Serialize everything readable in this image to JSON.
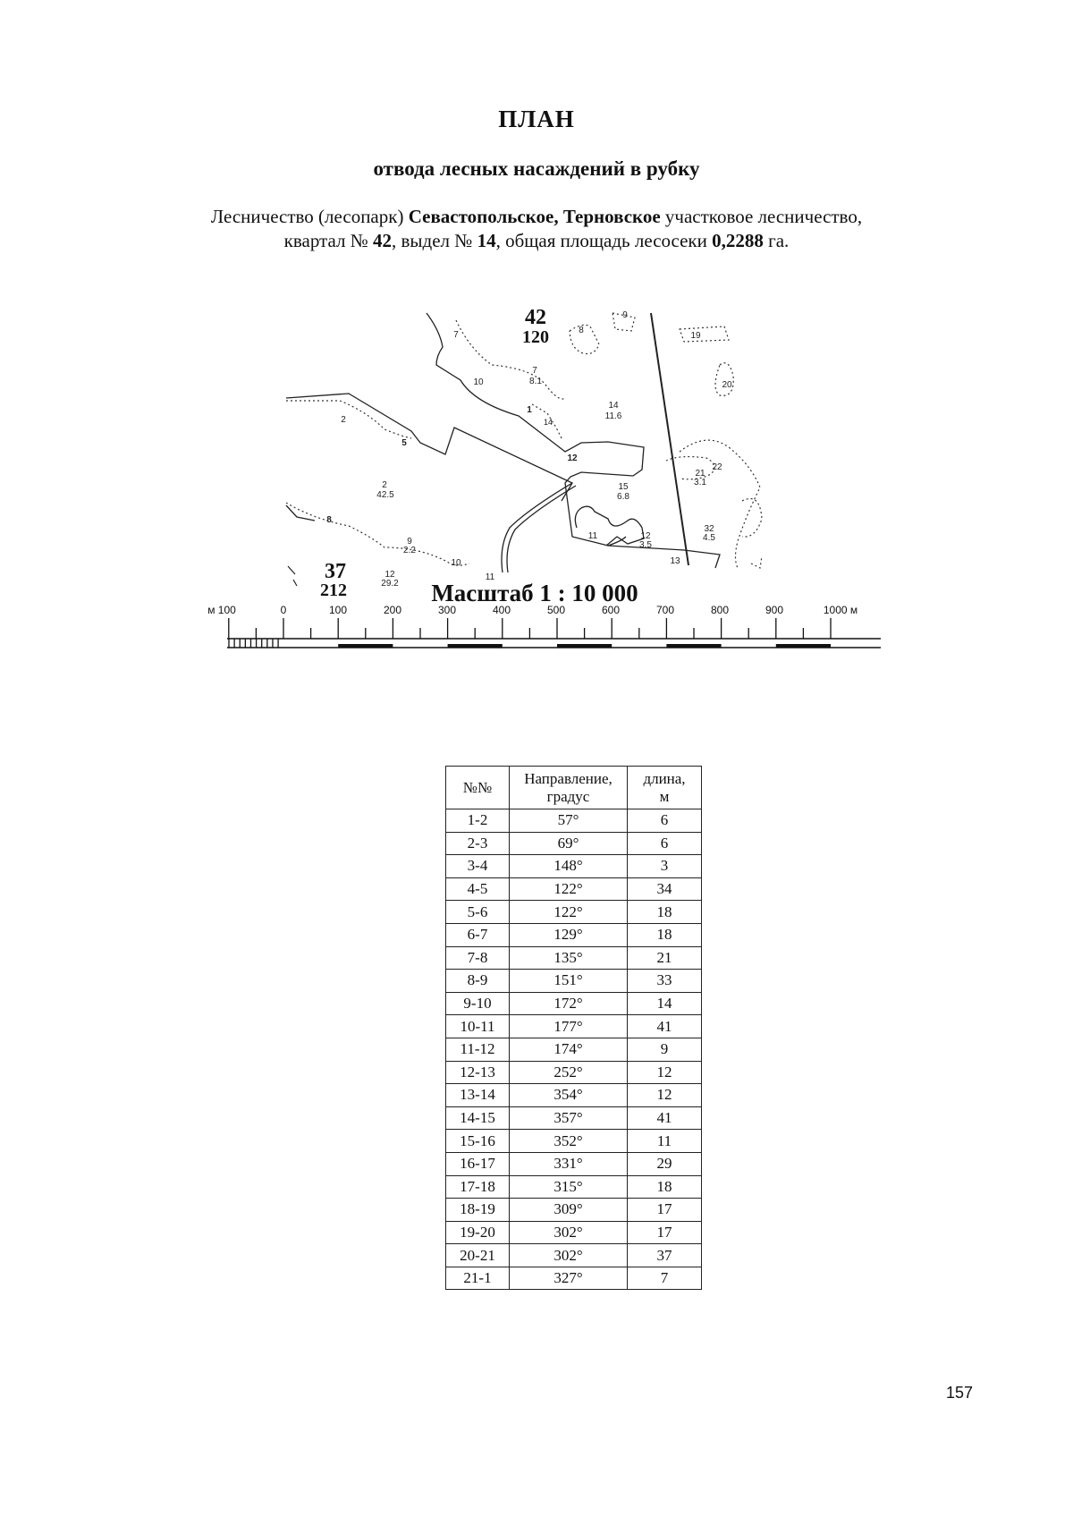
{
  "header": {
    "title": "ПЛАН",
    "subtitle": "отвода лесных насаждений в рубку"
  },
  "info": {
    "line1_pre": "Лесничество (лесопарк) ",
    "forestry_name": "Севастопольское, Терновское",
    "line1_post": " участковое лесничество,",
    "quarter_label": "квартал № ",
    "quarter": "42",
    "division_label": ", выдел № ",
    "division": "14",
    "area_label": ", общая площадь лесосеки ",
    "area": "0,2288",
    "area_unit": " га."
  },
  "map": {
    "quarter_top": {
      "number": "42",
      "area": "120"
    },
    "quarter_left": {
      "number": "37",
      "area": "212"
    },
    "scale_text": "Масштаб  1 : 10 000",
    "plot_labels": [
      {
        "id": "7",
        "text": "7"
      },
      {
        "id": "8",
        "text": "8"
      },
      {
        "id": "9",
        "text": "9"
      },
      {
        "id": "19",
        "text": "19"
      },
      {
        "id": "20",
        "text": "20"
      },
      {
        "id": "10",
        "text": "10"
      },
      {
        "id": "7-frac-a",
        "text": "7"
      },
      {
        "id": "7-frac-b",
        "text": "8.1"
      },
      {
        "id": "14-frac-a",
        "text": "14"
      },
      {
        "id": "14-frac-b",
        "text": "11.6"
      },
      {
        "id": "2",
        "text": "2"
      },
      {
        "id": "5",
        "text": "5"
      },
      {
        "id": "1",
        "text": "1"
      },
      {
        "id": "14-small",
        "text": "14"
      },
      {
        "id": "12-bold",
        "text": "12"
      },
      {
        "id": "21-frac-a",
        "text": "21"
      },
      {
        "id": "21-frac-b",
        "text": "3.1"
      },
      {
        "id": "22",
        "text": "22"
      },
      {
        "id": "2-frac-a",
        "text": "2"
      },
      {
        "id": "2-frac-b",
        "text": "42.5"
      },
      {
        "id": "15-frac-a",
        "text": "15"
      },
      {
        "id": "15-frac-b",
        "text": "6.8"
      },
      {
        "id": "8-left",
        "text": "8"
      },
      {
        "id": "9-frac-a",
        "text": "9"
      },
      {
        "id": "9-frac-b",
        "text": "2.2"
      },
      {
        "id": "11",
        "text": "11"
      },
      {
        "id": "12-frac-a",
        "text": "12"
      },
      {
        "id": "12-frac-b",
        "text": "3.5"
      },
      {
        "id": "32-frac-a",
        "text": "32"
      },
      {
        "id": "32-frac-b",
        "text": "4.5"
      },
      {
        "id": "10-bottom",
        "text": "10"
      },
      {
        "id": "13",
        "text": "13"
      },
      {
        "id": "12-left-a",
        "text": "12"
      },
      {
        "id": "12-left-b",
        "text": "29.2"
      },
      {
        "id": "11-bottom",
        "text": "11"
      }
    ],
    "scale_labels": [
      "м 100",
      "0",
      "100",
      "200",
      "300",
      "400",
      "500",
      "600",
      "700",
      "800",
      "900",
      "1000 м"
    ]
  },
  "table": {
    "headers": [
      "№№",
      "Направление, градус",
      "длина, м"
    ],
    "header_lines": [
      [
        "№№"
      ],
      [
        "Направление,",
        "градус"
      ],
      [
        "длина,",
        "м"
      ]
    ],
    "rows": [
      [
        "1-2",
        "57°",
        "6"
      ],
      [
        "2-3",
        "69°",
        "6"
      ],
      [
        "3-4",
        "148°",
        "3"
      ],
      [
        "4-5",
        "122°",
        "34"
      ],
      [
        "5-6",
        "122°",
        "18"
      ],
      [
        "6-7",
        "129°",
        "18"
      ],
      [
        "7-8",
        "135°",
        "21"
      ],
      [
        "8-9",
        "151°",
        "33"
      ],
      [
        "9-10",
        "172°",
        "14"
      ],
      [
        "10-11",
        "177°",
        "41"
      ],
      [
        "11-12",
        "174°",
        "9"
      ],
      [
        "12-13",
        "252°",
        "12"
      ],
      [
        "13-14",
        "354°",
        "12"
      ],
      [
        "14-15",
        "357°",
        "41"
      ],
      [
        "15-16",
        "352°",
        "11"
      ],
      [
        "16-17",
        "331°",
        "29"
      ],
      [
        "17-18",
        "315°",
        "18"
      ],
      [
        "18-19",
        "309°",
        "17"
      ],
      [
        "19-20",
        "302°",
        "17"
      ],
      [
        "20-21",
        "302°",
        "37"
      ],
      [
        "21-1",
        "327°",
        "7"
      ]
    ]
  },
  "page_number": "157"
}
